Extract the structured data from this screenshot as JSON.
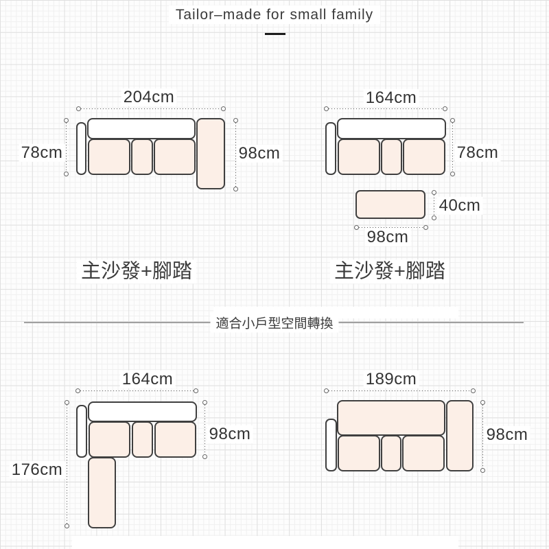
{
  "title": "Tailor–made for small family",
  "divider_label": "適合小戶型空間轉換",
  "diagram_a": {
    "label": "主沙發+腳踏",
    "dim_width": "204cm",
    "dim_depth": "78cm",
    "dim_total_depth": "98cm"
  },
  "diagram_b": {
    "label": "主沙發+腳踏",
    "dim_width": "164cm",
    "dim_depth": "78cm",
    "ottoman_depth": "40cm",
    "ottoman_width": "98cm"
  },
  "diagram_c": {
    "dim_width": "164cm",
    "dim_depth": "98cm",
    "dim_total_depth": "176cm"
  },
  "diagram_d": {
    "dim_width": "189cm",
    "dim_depth": "98cm"
  },
  "colors": {
    "cushion_fill": "#fcefe7",
    "piece_outline": "#3f3f3f",
    "dimension_line": "#595959",
    "text": "#333333",
    "divider_line": "#a0a0a0",
    "grid_minor": "#f0f0f0",
    "grid_major": "#e0e0e0"
  }
}
